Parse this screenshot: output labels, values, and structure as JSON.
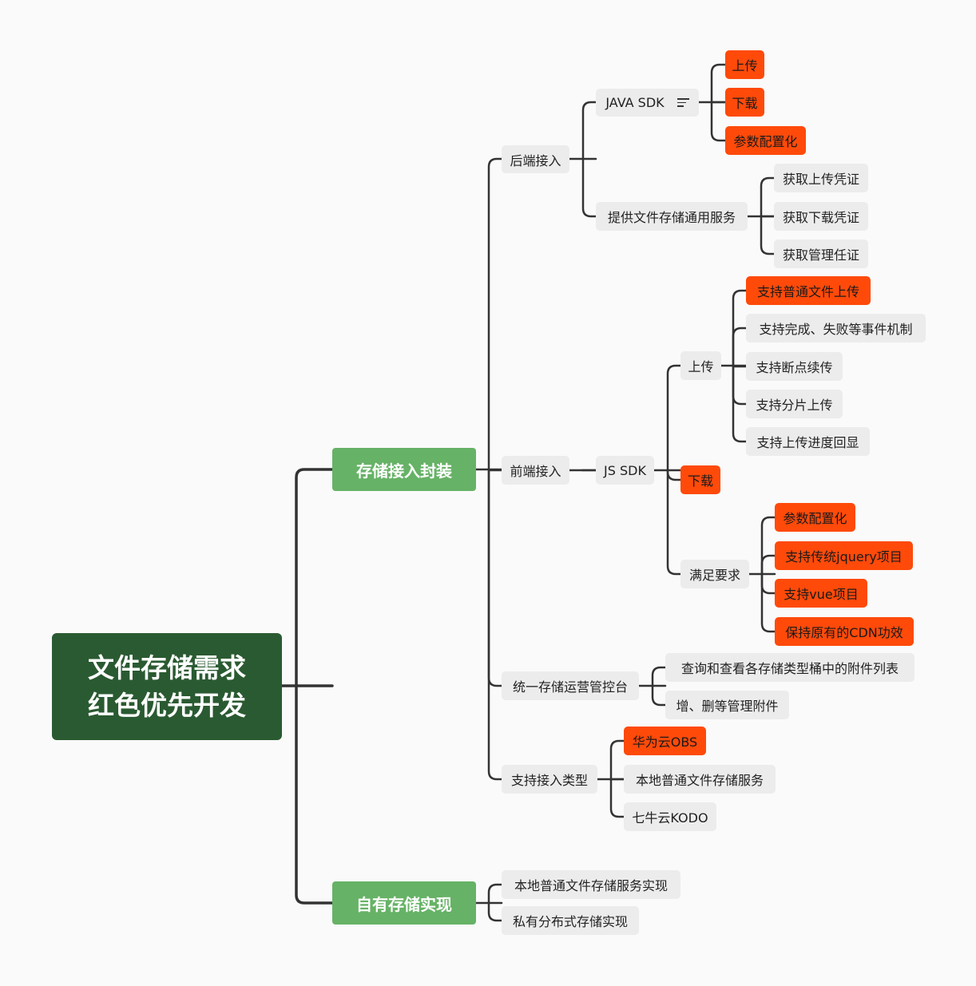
{
  "root": {
    "line1": "文件存储需求",
    "line2": "红色优先开发"
  },
  "branches": {
    "storage_wrap": "存储接入封装",
    "own_impl": "自有存储实现"
  },
  "backend": {
    "label": "后端接入",
    "java_sdk": {
      "label": "JAVA SDK",
      "icon": "note-icon",
      "items": [
        "上传",
        "下载",
        "参数配置化"
      ]
    },
    "service": {
      "label": "提供文件存储通用服务",
      "items": [
        "获取上传凭证",
        "获取下载凭证",
        "获取管理任证"
      ]
    }
  },
  "frontend": {
    "label": "前端接入",
    "js_sdk": "JS SDK",
    "upload": {
      "label": "上传",
      "items": [
        "支持普通文件上传",
        "支持完成、失败等事件机制",
        "支持断点续传",
        "支持分片上传",
        "支持上传进度回显"
      ]
    },
    "download": "下载",
    "requirements": {
      "label": "满足要求",
      "items": [
        "参数配置化",
        "支持传统jquery项目",
        "支持vue项目",
        "保持原有的CDN功效"
      ]
    }
  },
  "console": {
    "label": "统一存储运营管控台",
    "items": [
      "查询和查看各存储类型桶中的附件列表",
      "增、删等管理附件"
    ]
  },
  "types": {
    "label": "支持接入类型",
    "items": [
      "华为云OBS",
      "本地普通文件存储服务",
      "七牛云KODO"
    ]
  },
  "own": {
    "items": [
      "本地普通文件存储服务实现",
      "私有分布式存储实现"
    ]
  },
  "colors": {
    "highlight": "#ff4a0a",
    "root": "#2a5a31",
    "branch": "#66b266",
    "node": "#ececec",
    "line": "#333333"
  }
}
